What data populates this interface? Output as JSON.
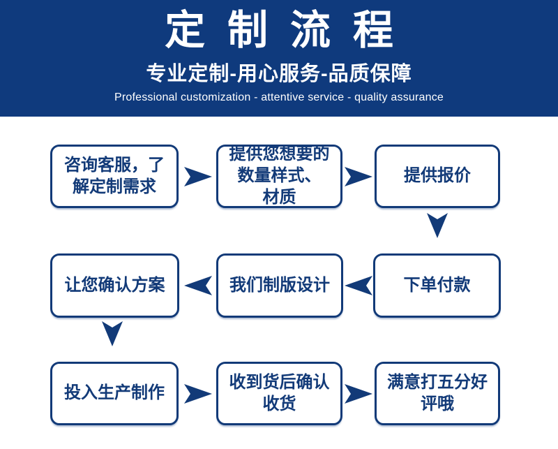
{
  "header": {
    "title": "定制流程",
    "subtitle": "专业定制-用心服务-品质保障",
    "subtitle_en": "Professional customization - attentive service - quality assurance"
  },
  "colors": {
    "header_bg": "#0f3a7d",
    "navy": "#123a78",
    "box_bg": "#ffffff",
    "text_on_header": "#ffffff"
  },
  "icons": {
    "arrow_right": "dart-right-triangle",
    "arrow_left": "dart-left-triangle",
    "arrow_down": "dart-down-triangle"
  },
  "flow": {
    "steps": [
      {
        "id": 1,
        "text": "咨询客服，了\n解定制需求"
      },
      {
        "id": 2,
        "text": "提供您想要的\n数量样式、\n材质"
      },
      {
        "id": 3,
        "text": "提供报价"
      },
      {
        "id": 4,
        "text": "让您确认方案"
      },
      {
        "id": 5,
        "text": "我们制版设计"
      },
      {
        "id": 6,
        "text": "下单付款"
      },
      {
        "id": 7,
        "text": "投入生产制作"
      },
      {
        "id": 8,
        "text": "收到货后确认\n收货"
      },
      {
        "id": 9,
        "text": "满意打五分好\n评哦"
      }
    ],
    "arrows": [
      {
        "from": 1,
        "to": 2,
        "direction": "right"
      },
      {
        "from": 2,
        "to": 3,
        "direction": "right"
      },
      {
        "from": 3,
        "to": 6,
        "direction": "down"
      },
      {
        "from": 6,
        "to": 5,
        "direction": "left"
      },
      {
        "from": 5,
        "to": 4,
        "direction": "left"
      },
      {
        "from": 4,
        "to": 7,
        "direction": "down"
      },
      {
        "from": 7,
        "to": 8,
        "direction": "right"
      },
      {
        "from": 8,
        "to": 9,
        "direction": "right"
      }
    ]
  }
}
